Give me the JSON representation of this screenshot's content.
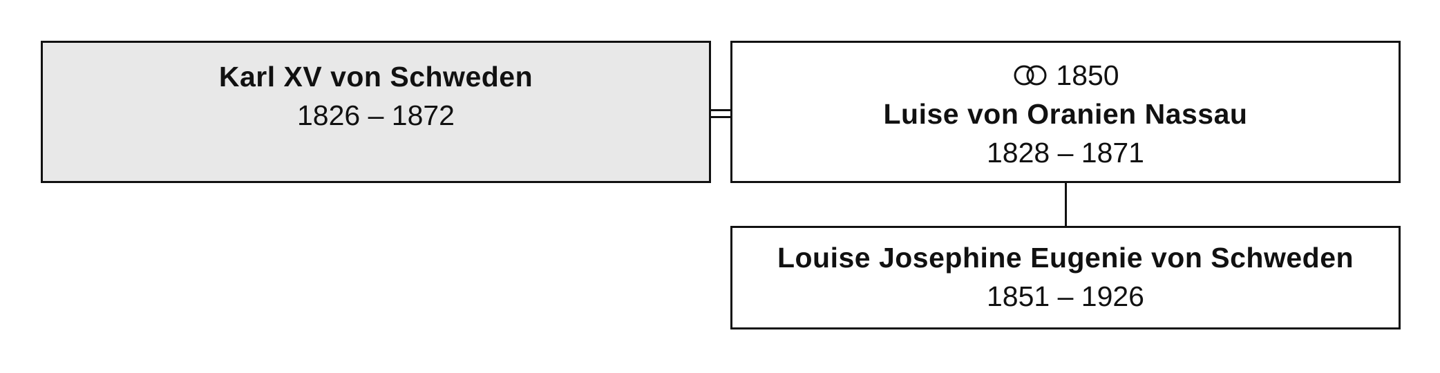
{
  "persons": {
    "karl": {
      "name": "Karl XV von Schweden",
      "dates": "1826 – 1872"
    },
    "luise": {
      "marriage_year": "1850",
      "marriage_icon": "rings-icon",
      "name": "Luise von Oranien Nassau",
      "dates": "1828 – 1871"
    },
    "louise": {
      "name": "Louise Josephine Eugenie von Schweden",
      "dates": "1851 – 1926"
    }
  },
  "colors": {
    "highlight_box": "#e8e8e8",
    "border": "#111111",
    "background": "#ffffff"
  }
}
